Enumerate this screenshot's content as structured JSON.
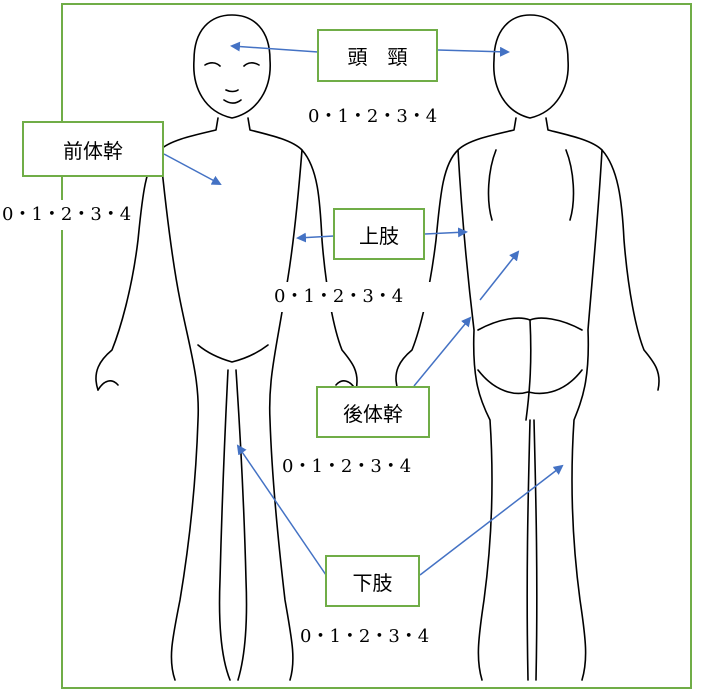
{
  "regions": {
    "head_neck": "頭　頸",
    "anterior_trunk": "前体幹",
    "upper_limbs": "上肢",
    "posterior_trunk": "後体幹",
    "lower_limbs": "下肢"
  },
  "scores": {
    "head_neck": "0・1・2・3・4",
    "anterior_trunk": "0・1・2・3・4",
    "upper_limbs": "0・1・2・3・4",
    "posterior_trunk": "0・1・2・3・4",
    "lower_limbs": "0・1・2・3・4"
  },
  "colors": {
    "frame": "#70ad47",
    "arrow": "#4472c4",
    "outline": "#000000"
  }
}
